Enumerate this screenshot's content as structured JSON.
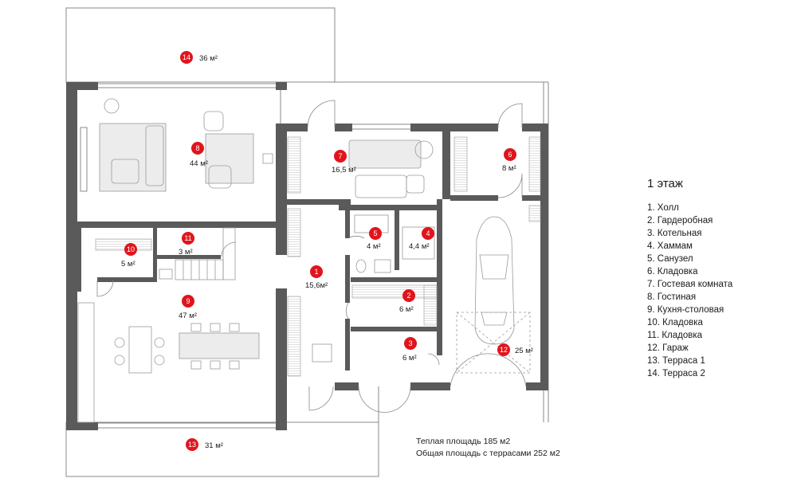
{
  "floor_title": "1 этаж",
  "legend": [
    "1. Холл",
    "2. Гардеробная",
    "3. Котельная",
    "4. Хаммам",
    "5. Санузел",
    "6. Кладовка",
    "7. Гостевая комната",
    "8. Гостиная",
    "9. Кухня-столовая",
    "10. Кладовка",
    "11. Кладовка",
    "12. Гараж",
    "13. Терраса 1",
    "14. Терраса 2"
  ],
  "totals": {
    "warm_area": "Теплая площадь 185 м2",
    "total_area": "Общая площадь с террасами 252 м2"
  },
  "rooms": {
    "r1": {
      "number": "1",
      "area": "15,6м²"
    },
    "r2": {
      "number": "2",
      "area": "6 м²"
    },
    "r3": {
      "number": "3",
      "area": "6 м²"
    },
    "r4": {
      "number": "4",
      "area": "4,4 м²"
    },
    "r5": {
      "number": "5",
      "area": "4 м²"
    },
    "r6": {
      "number": "6",
      "area": "8 м²"
    },
    "r7": {
      "number": "7",
      "area": "16,5 м²"
    },
    "r8": {
      "number": "8",
      "area": "44 м²"
    },
    "r9": {
      "number": "9",
      "area": "47 м²"
    },
    "r10": {
      "number": "10",
      "area": "5 м²"
    },
    "r11": {
      "number": "11",
      "area": "3 м²"
    },
    "r12": {
      "number": "12",
      "area": "25 м²"
    },
    "r13": {
      "number": "13",
      "area": "31 м²"
    },
    "r14": {
      "number": "14",
      "area": "36 м²"
    }
  },
  "colors": {
    "marker": "#e1141c",
    "wall": "#5a5a5a"
  }
}
